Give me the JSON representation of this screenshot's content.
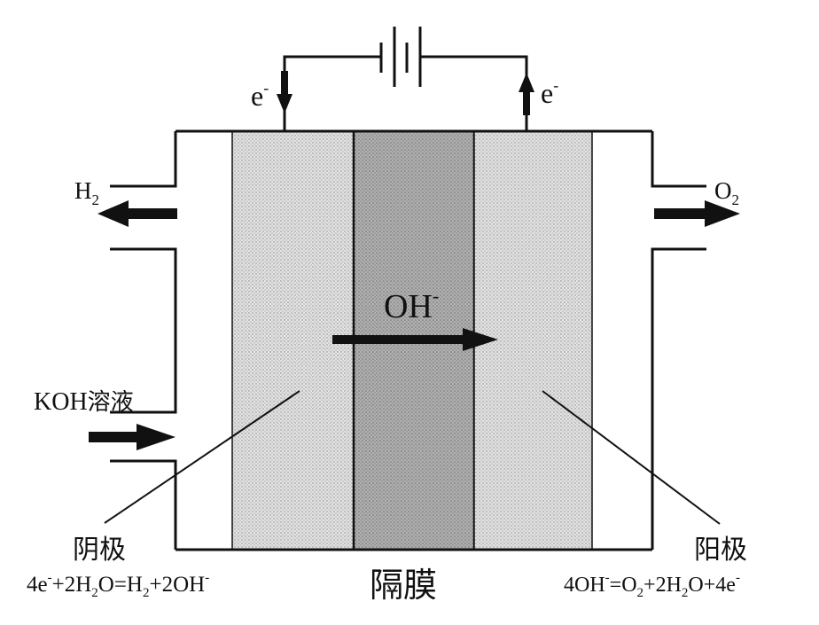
{
  "electron_left": {
    "base": "e",
    "sup": "-"
  },
  "electron_right": {
    "base": "e",
    "sup": "-"
  },
  "h2": {
    "base": "H",
    "sub": "2"
  },
  "o2": {
    "base": "O",
    "sub": "2"
  },
  "hydroxide": {
    "base": "OH",
    "sup": "-"
  },
  "koh": {
    "prefix": "KOH",
    "suffix": "溶液"
  },
  "cathode_label": "阴极",
  "anode_label": "阳极",
  "membrane_label": "隔膜",
  "cathode_eq": {
    "p1": "4e",
    "p2": "-",
    "p3": "+2H",
    "p4": "2",
    "p5": "O=H",
    "p6": "2",
    "p7": "+2OH",
    "p8": "-"
  },
  "anode_eq": {
    "p1": "4OH",
    "p2": "-",
    "p3": "=O",
    "p4": "2",
    "p5": "+2H",
    "p6": "2",
    "p7": "O+4e",
    "p8": "-"
  },
  "colors": {
    "line": "#111111",
    "electrode_fill": "#dcdcdc",
    "membrane_fill": "#a8a8a8"
  }
}
